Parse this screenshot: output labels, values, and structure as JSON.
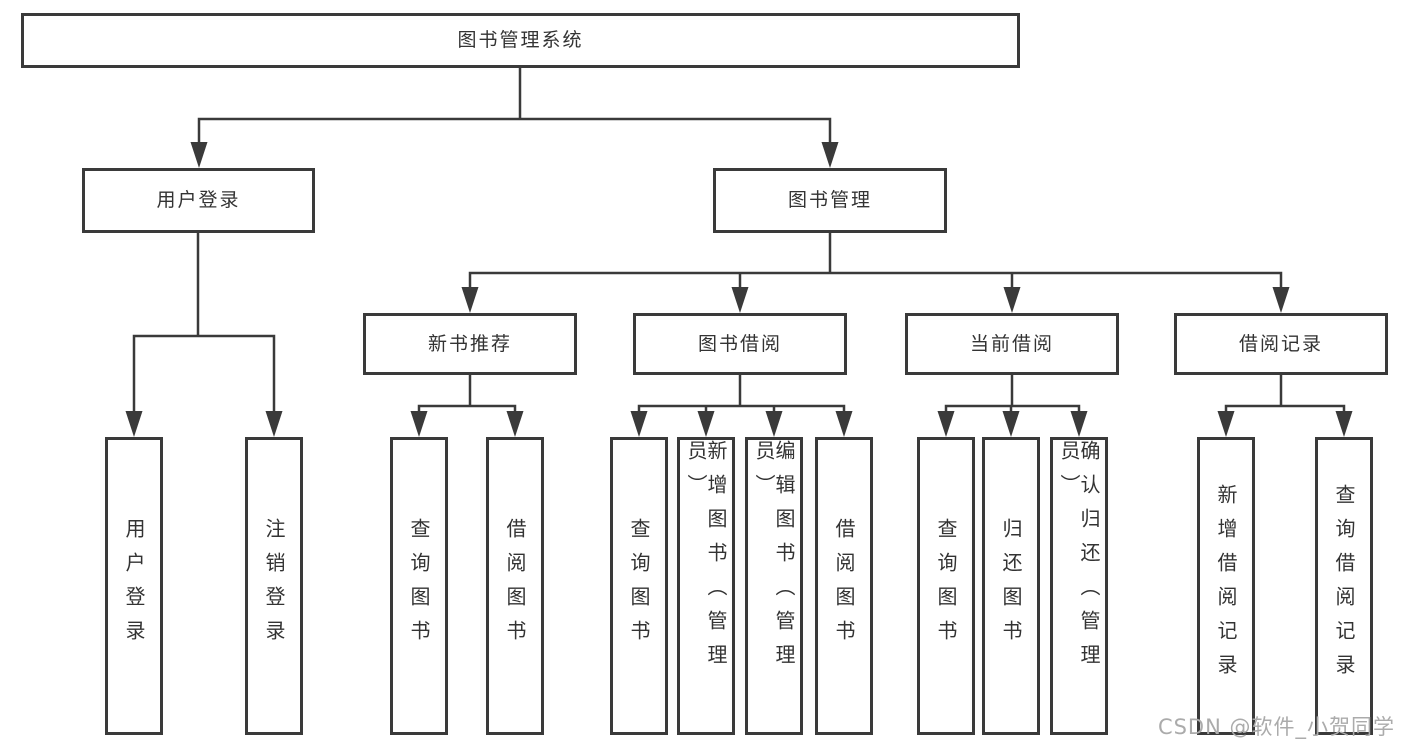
{
  "nodes": {
    "root": {
      "label": "图书管理系统"
    },
    "branches": [
      {
        "label": "用户登录",
        "children": [
          {
            "label": "用户登录"
          },
          {
            "label": "注销登录"
          }
        ]
      },
      {
        "label": "图书管理",
        "groups": [
          {
            "label": "新书推荐",
            "children": [
              {
                "label": "查询图书"
              },
              {
                "label": "借阅图书"
              }
            ]
          },
          {
            "label": "图书借阅",
            "children": [
              {
                "label": "查询图书"
              },
              {
                "label": "新增图书（管理员）"
              },
              {
                "label": "编辑图书（管理员）"
              },
              {
                "label": "借阅图书"
              }
            ]
          },
          {
            "label": "当前借阅",
            "children": [
              {
                "label": "查询图书"
              },
              {
                "label": "归还图书"
              },
              {
                "label": "确认归还（管理员）"
              }
            ]
          },
          {
            "label": "借阅记录",
            "children": [
              {
                "label": "新增借阅记录"
              },
              {
                "label": "查询借阅记录"
              }
            ]
          }
        ]
      }
    ]
  },
  "watermark": {
    "text": "CSDN @软件_小贺同学"
  },
  "colors": {
    "border": "#3a3a3a",
    "connector": "#3a3a3a",
    "text": "#333333",
    "watermark": "#ababab",
    "background": "#ffffff"
  }
}
